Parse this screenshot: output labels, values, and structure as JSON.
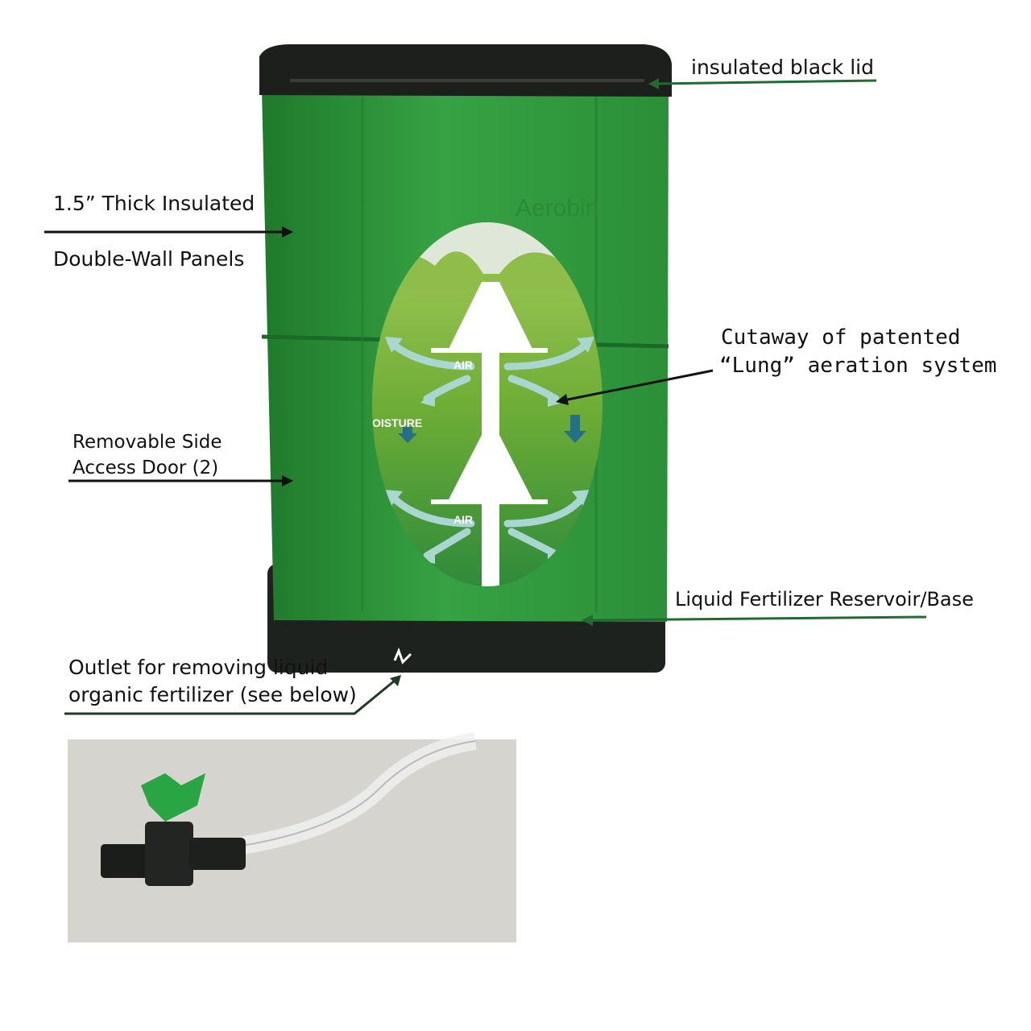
{
  "labels": {
    "lid": "insulated black lid",
    "panels_line1": "1.5” Thick Insulated",
    "panels_line2": "Double-Wall Panels",
    "cutaway_line1": "Cutaway of patented",
    "cutaway_line2": "“Lung” aeration system",
    "door_line1": "Removable Side",
    "door_line2": "Access Door (2)",
    "base": "Liquid Fertilizer Reservoir/Base",
    "outlet_line1": "Outlet for removing liquid",
    "outlet_line2": "organic fertilizer (see below)"
  },
  "product": {
    "brand_logo": "Aerobin",
    "cutaway_air_top": "AIR",
    "cutaway_air_bottom": "AIR",
    "cutaway_moisture": "OISTURE"
  },
  "colors": {
    "bin_green": "#2f9a3a",
    "lid_black": "#1c1f1c",
    "cutaway_green": "#7bb339",
    "arrow_leader": "#111111",
    "leader_green": "#1f6b32"
  }
}
